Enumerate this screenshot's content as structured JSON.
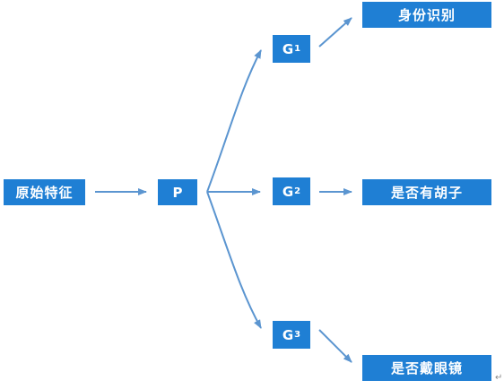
{
  "nodes": {
    "input": {
      "label": "原始特征"
    },
    "p": {
      "label": "P"
    },
    "g1": {
      "letter": "G",
      "sub": "1"
    },
    "g2": {
      "letter": "G",
      "sub": "2"
    },
    "g3": {
      "letter": "G",
      "sub": "3"
    },
    "out1": {
      "label": "身份识别"
    },
    "out2": {
      "label": "是否有胡子"
    },
    "out3": {
      "label": "是否戴眼镜"
    }
  },
  "edges": [
    {
      "from": "input",
      "to": "p"
    },
    {
      "from": "p",
      "to": "g1"
    },
    {
      "from": "p",
      "to": "g2"
    },
    {
      "from": "p",
      "to": "g3"
    },
    {
      "from": "g1",
      "to": "out1"
    },
    {
      "from": "g2",
      "to": "out2"
    },
    {
      "from": "g3",
      "to": "out3"
    }
  ],
  "colors": {
    "box_fill": "#1f7fd4",
    "box_text": "#ffffff",
    "arrow": "#5b95d0"
  },
  "return_mark": "↵"
}
